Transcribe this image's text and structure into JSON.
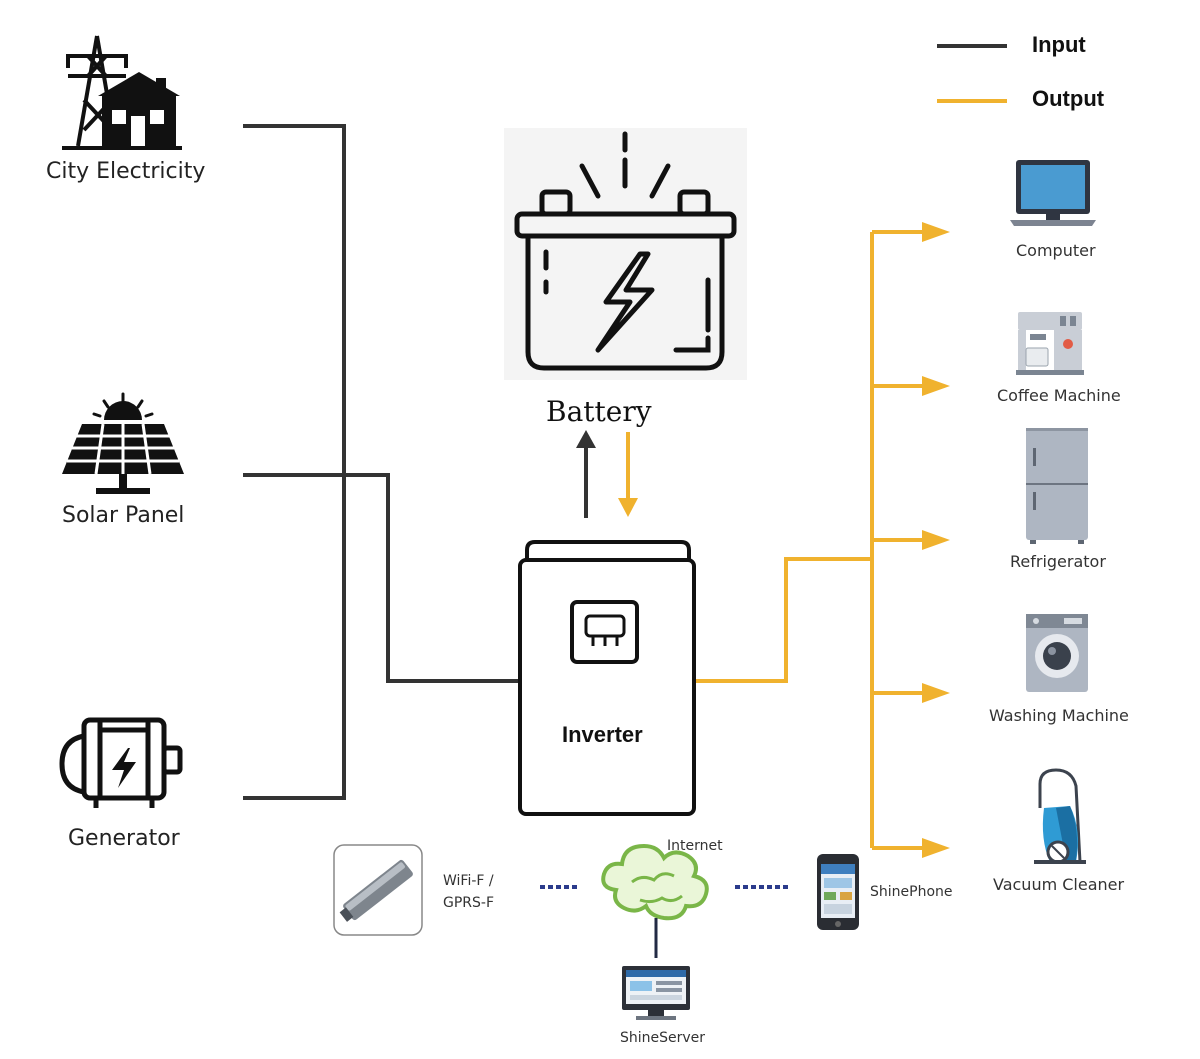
{
  "legend": {
    "input": "Input",
    "output": "Output"
  },
  "sources": {
    "city": "City Electricity",
    "solar": "Solar Panel",
    "generator": "Generator"
  },
  "battery": "Battery",
  "inverter": "Inverter",
  "appliances": {
    "computer": "Computer",
    "coffee": "Coffee Machine",
    "fridge": "Refrigerator",
    "washer": "Washing Machine",
    "vacuum": "Vacuum Cleaner"
  },
  "monitoring": {
    "module": "WiFi-F /\nGPRS-F",
    "module_line1": "WiFi-F /",
    "module_line2": "GPRS-F",
    "internet": "Internet",
    "phone": "ShinePhone",
    "server": "ShineServer"
  },
  "colors": {
    "input": "#333333",
    "output": "#F0B22E"
  }
}
